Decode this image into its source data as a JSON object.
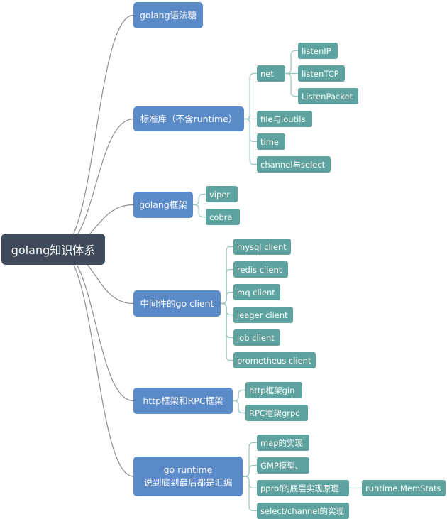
{
  "root": {
    "label": "golang知识体系"
  },
  "branches": [
    {
      "label": "golang语法糖",
      "children": []
    },
    {
      "label": "标准库（不含runtime）",
      "children": [
        {
          "label": "net",
          "children": [
            {
              "label": "listenIP"
            },
            {
              "label": "listenTCP"
            },
            {
              "label": "ListenPacket"
            }
          ]
        },
        {
          "label": "file与ioutils"
        },
        {
          "label": "time"
        },
        {
          "label": "channel与select"
        }
      ]
    },
    {
      "label": "golang框架",
      "children": [
        {
          "label": "viper"
        },
        {
          "label": "cobra"
        }
      ]
    },
    {
      "label": "中间件的go client",
      "children": [
        {
          "label": "mysql client"
        },
        {
          "label": "redis client"
        },
        {
          "label": "mq client"
        },
        {
          "label": "jeager client"
        },
        {
          "label": "job client"
        },
        {
          "label": "prometheus client"
        }
      ]
    },
    {
      "label": "http框架和RPC框架",
      "children": [
        {
          "label": "http框架gin"
        },
        {
          "label": "RPC框架grpc"
        }
      ]
    },
    {
      "label": "go runtime\n说到底到最后都是汇编",
      "children": [
        {
          "label": "map的实现"
        },
        {
          "label": "GMP模型、"
        },
        {
          "label": "pprof的底层实现原理",
          "children": [
            {
              "label": "runtime.MemStats"
            }
          ]
        },
        {
          "label": "select/channel的实现"
        }
      ]
    }
  ],
  "colors": {
    "root_fill": "#3f4a5a",
    "branch_fill": "#5b8ac9",
    "leaf_fill": "#5fa3a0",
    "link_root": "#8a8f96",
    "link_child": "#9cc5c2"
  }
}
